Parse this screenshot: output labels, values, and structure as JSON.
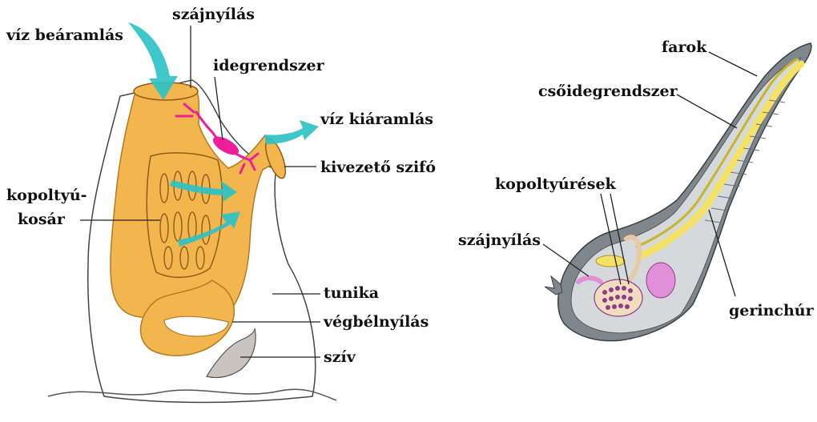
{
  "left_diagram": {
    "labels": {
      "water_in": "víz beáramlás",
      "mouth": "szájnyílás",
      "nervous_system": "idegrendszer",
      "water_out": "víz kiáramlás",
      "exhalant_siphon": "kivezető szifó",
      "gill_basket_1": "kopoltyú-",
      "gill_basket_2": "kosár",
      "tunic": "tunika",
      "anus": "végbélnyílás",
      "heart": "szív"
    }
  },
  "right_diagram": {
    "labels": {
      "tail": "farok",
      "neural_tube": "csőidegrendszer",
      "gill_slits": "kopoltyúrések",
      "mouth": "szájnyílás",
      "notochord": "gerinchúr"
    }
  },
  "colors": {
    "body": "#f3b54e",
    "body_outline": "#b27a22",
    "water_arrow": "#2fc2c4",
    "nerve": "#ee1e9a",
    "tunic_outline": "#333333",
    "larva_body": "#7f878d",
    "larva_inner": "#d6d9db",
    "notochord": "#f3e266",
    "larva_pink": "#e08fd8"
  }
}
